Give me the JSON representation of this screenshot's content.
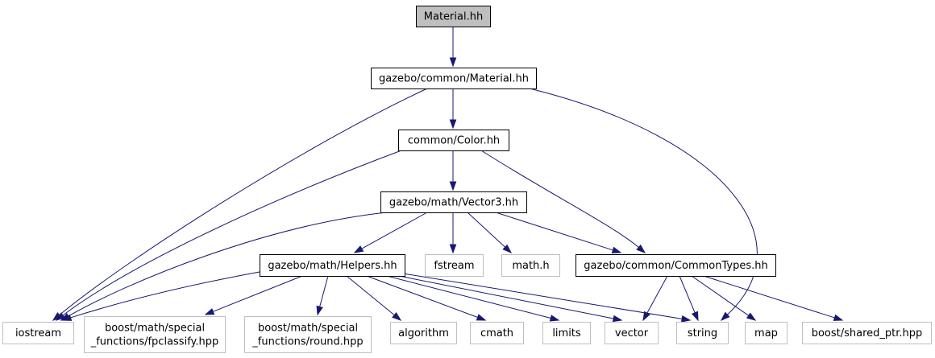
{
  "diagram": {
    "colors": {
      "edge": "#191970",
      "root_fill": "#bfbfbf",
      "defined_border": "#000000",
      "external_border": "#bfbfbf",
      "text": "#000000"
    },
    "nodes": [
      {
        "id": "material_hh",
        "kind": "root",
        "lines": [
          "Material.hh"
        ]
      },
      {
        "id": "common_material_hh",
        "kind": "defined",
        "lines": [
          "gazebo/common/Material.hh"
        ]
      },
      {
        "id": "color_hh",
        "kind": "defined",
        "lines": [
          "common/Color.hh"
        ]
      },
      {
        "id": "vector3_hh",
        "kind": "defined",
        "lines": [
          "gazebo/math/Vector3.hh"
        ]
      },
      {
        "id": "helpers_hh",
        "kind": "defined",
        "lines": [
          "gazebo/math/Helpers.hh"
        ]
      },
      {
        "id": "fstream",
        "kind": "external",
        "lines": [
          "fstream"
        ]
      },
      {
        "id": "math_h",
        "kind": "external",
        "lines": [
          "math.h"
        ]
      },
      {
        "id": "commontypes_hh",
        "kind": "defined",
        "lines": [
          "gazebo/common/CommonTypes.hh"
        ]
      },
      {
        "id": "iostream",
        "kind": "external",
        "lines": [
          "iostream"
        ]
      },
      {
        "id": "fpclassify_hpp",
        "kind": "external",
        "lines": [
          "boost/math/special",
          "_functions/fpclassify.hpp"
        ]
      },
      {
        "id": "round_hpp",
        "kind": "external",
        "lines": [
          "boost/math/special",
          "_functions/round.hpp"
        ]
      },
      {
        "id": "algorithm",
        "kind": "external",
        "lines": [
          "algorithm"
        ]
      },
      {
        "id": "cmath",
        "kind": "external",
        "lines": [
          "cmath"
        ]
      },
      {
        "id": "limits",
        "kind": "external",
        "lines": [
          "limits"
        ]
      },
      {
        "id": "vector",
        "kind": "external",
        "lines": [
          "vector"
        ]
      },
      {
        "id": "string",
        "kind": "external",
        "lines": [
          "string"
        ]
      },
      {
        "id": "map",
        "kind": "external",
        "lines": [
          "map"
        ]
      },
      {
        "id": "shared_ptr_hpp",
        "kind": "external",
        "lines": [
          "boost/shared_ptr.hpp"
        ]
      }
    ],
    "edges": [
      {
        "from": "material_hh",
        "to": "common_material_hh"
      },
      {
        "from": "common_material_hh",
        "to": "color_hh"
      },
      {
        "from": "common_material_hh",
        "to": "iostream"
      },
      {
        "from": "common_material_hh",
        "to": "string"
      },
      {
        "from": "color_hh",
        "to": "vector3_hh"
      },
      {
        "from": "color_hh",
        "to": "iostream"
      },
      {
        "from": "color_hh",
        "to": "commontypes_hh"
      },
      {
        "from": "vector3_hh",
        "to": "helpers_hh"
      },
      {
        "from": "vector3_hh",
        "to": "fstream"
      },
      {
        "from": "vector3_hh",
        "to": "math_h"
      },
      {
        "from": "vector3_hh",
        "to": "commontypes_hh"
      },
      {
        "from": "vector3_hh",
        "to": "iostream"
      },
      {
        "from": "helpers_hh",
        "to": "iostream"
      },
      {
        "from": "helpers_hh",
        "to": "fpclassify_hpp"
      },
      {
        "from": "helpers_hh",
        "to": "round_hpp"
      },
      {
        "from": "helpers_hh",
        "to": "algorithm"
      },
      {
        "from": "helpers_hh",
        "to": "cmath"
      },
      {
        "from": "helpers_hh",
        "to": "limits"
      },
      {
        "from": "helpers_hh",
        "to": "vector"
      },
      {
        "from": "helpers_hh",
        "to": "string"
      },
      {
        "from": "commontypes_hh",
        "to": "vector"
      },
      {
        "from": "commontypes_hh",
        "to": "string"
      },
      {
        "from": "commontypes_hh",
        "to": "map"
      },
      {
        "from": "commontypes_hh",
        "to": "shared_ptr_hpp"
      }
    ]
  }
}
